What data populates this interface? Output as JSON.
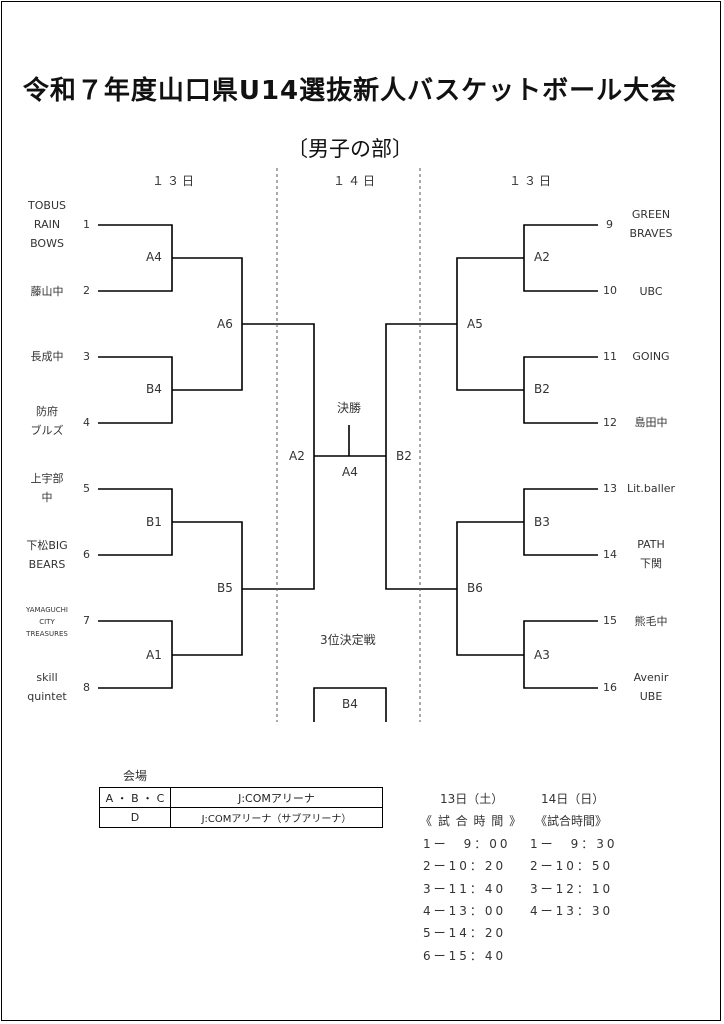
{
  "title": "令和７年度山口県U14選抜新人バスケットボール大会",
  "subtitle": "〔男子の部〕",
  "days": {
    "left": "１３日",
    "center": "１４日",
    "right": "１３日"
  },
  "left_teams": [
    {
      "seed": "1",
      "lines": [
        "TOBUS",
        "RAIN",
        "BOWS"
      ]
    },
    {
      "seed": "2",
      "lines": [
        "藤山中"
      ]
    },
    {
      "seed": "3",
      "lines": [
        "長成中"
      ]
    },
    {
      "seed": "4",
      "lines": [
        "防府",
        "ブルズ"
      ]
    },
    {
      "seed": "5",
      "lines": [
        "上宇部",
        "中"
      ]
    },
    {
      "seed": "6",
      "lines": [
        "下松BIG",
        "BEARS"
      ]
    },
    {
      "seed": "7",
      "lines": [
        "YAMAGUCHI",
        "CITY",
        "TREASURES"
      ]
    },
    {
      "seed": "8",
      "lines": [
        "skill",
        "quintet"
      ]
    }
  ],
  "right_teams": [
    {
      "seed": "9",
      "lines": [
        "GREEN",
        "BRAVES"
      ]
    },
    {
      "seed": "10",
      "lines": [
        "UBC"
      ]
    },
    {
      "seed": "11",
      "lines": [
        "GOING"
      ]
    },
    {
      "seed": "12",
      "lines": [
        "島田中"
      ]
    },
    {
      "seed": "13",
      "lines": [
        "Lit.baller"
      ]
    },
    {
      "seed": "14",
      "lines": [
        "PATH",
        "下関"
      ]
    },
    {
      "seed": "15",
      "lines": [
        "熊毛中"
      ]
    },
    {
      "seed": "16",
      "lines": [
        "Avenir",
        "UBE"
      ]
    }
  ],
  "match_labels": {
    "l1": "A4",
    "l2": "B4",
    "l3": "B1",
    "l4": "A1",
    "l_semi1": "A6",
    "l_semi2": "B5",
    "l_final": "A2",
    "r1": "A2",
    "r2": "B2",
    "r3": "B3",
    "r4": "A3",
    "r_semi1": "A5",
    "r_semi2": "B6",
    "r_final": "B2",
    "final_title": "決勝",
    "final_code": "A4",
    "third_title": "3位決定戦",
    "third_code": "B4"
  },
  "venue": {
    "heading": "会場",
    "rows": [
      {
        "courts": "A ・ B ・ C",
        "name": "J:COMアリーナ"
      },
      {
        "courts": "D",
        "name": "J:COMアリーナ（サブアリーナ）"
      }
    ]
  },
  "schedule": {
    "day13_header": "13日（土）",
    "day13_sub": "《 試 合 時 間 》",
    "day13_times": [
      "1ー　9：00",
      "2ー10：20",
      "3ー11：40",
      "4ー13：00",
      "5ー14：20",
      "6ー15：40"
    ],
    "day14_header": "14日（日）",
    "day14_sub": "《試合時間》",
    "day14_times": [
      "1ー　9：30",
      "2ー10：50",
      "3ー12：10",
      "4ー13：30"
    ]
  }
}
